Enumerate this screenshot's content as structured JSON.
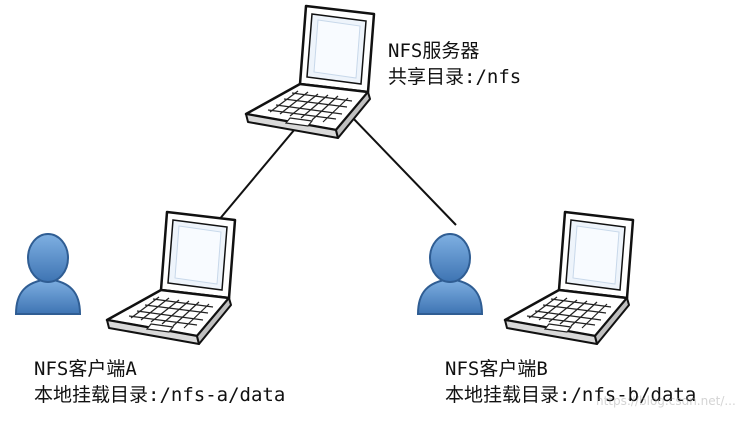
{
  "nodes": {
    "server": {
      "title": "NFS服务器",
      "share_line": "共享目录:/nfs"
    },
    "client_a": {
      "title": "NFS客户端A",
      "mount_line": "本地挂载目录:/nfs-a/data"
    },
    "client_b": {
      "title": "NFS客户端B",
      "mount_line": "本地挂载目录:/nfs-b/data"
    }
  },
  "edges": [
    {
      "from": "server",
      "to": "client_a"
    },
    {
      "from": "server",
      "to": "client_b"
    }
  ],
  "icons": {
    "server": "laptop-icon",
    "client_a": [
      "user-icon",
      "laptop-icon"
    ],
    "client_b": [
      "user-icon",
      "laptop-icon"
    ]
  },
  "colors": {
    "user_fill": "#5b8fc8",
    "user_stroke": "#2f5d93",
    "laptop_screen": "#eef4fb",
    "line": "#111111"
  },
  "watermark": "https://blog.csdn.net/..."
}
